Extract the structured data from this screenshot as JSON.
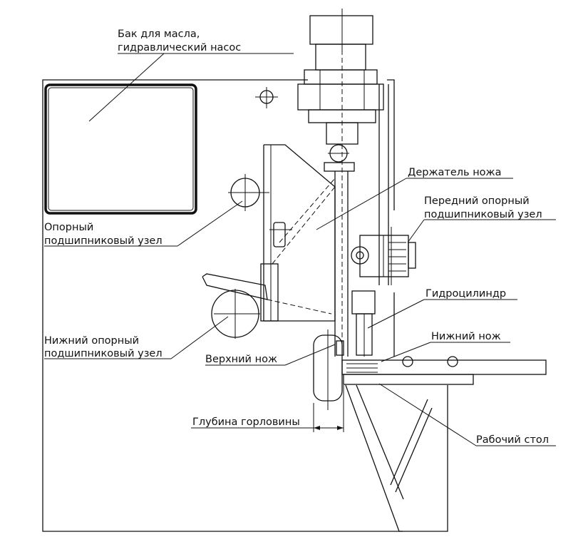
{
  "labels": {
    "oil_tank_line1": "Бак для масла,",
    "oil_tank_line2": "гидравлический насос",
    "knife_holder": "Держатель ножа",
    "front_bearing_line1": "Передний опорный",
    "front_bearing_line2": "подшипниковый узел",
    "support_bearing_line1": "Опорный",
    "support_bearing_line2": "подшипниковый узел",
    "hydraulic_cylinder": "Гидроцилиндр",
    "lower_knife": "Нижний нож",
    "lower_bearing_line1": "Нижний опорный",
    "lower_bearing_line2": "подшипниковый узел",
    "upper_knife": "Верхний нож",
    "throat_depth": "Глубина горловины",
    "work_table": "Рабочий стол"
  }
}
